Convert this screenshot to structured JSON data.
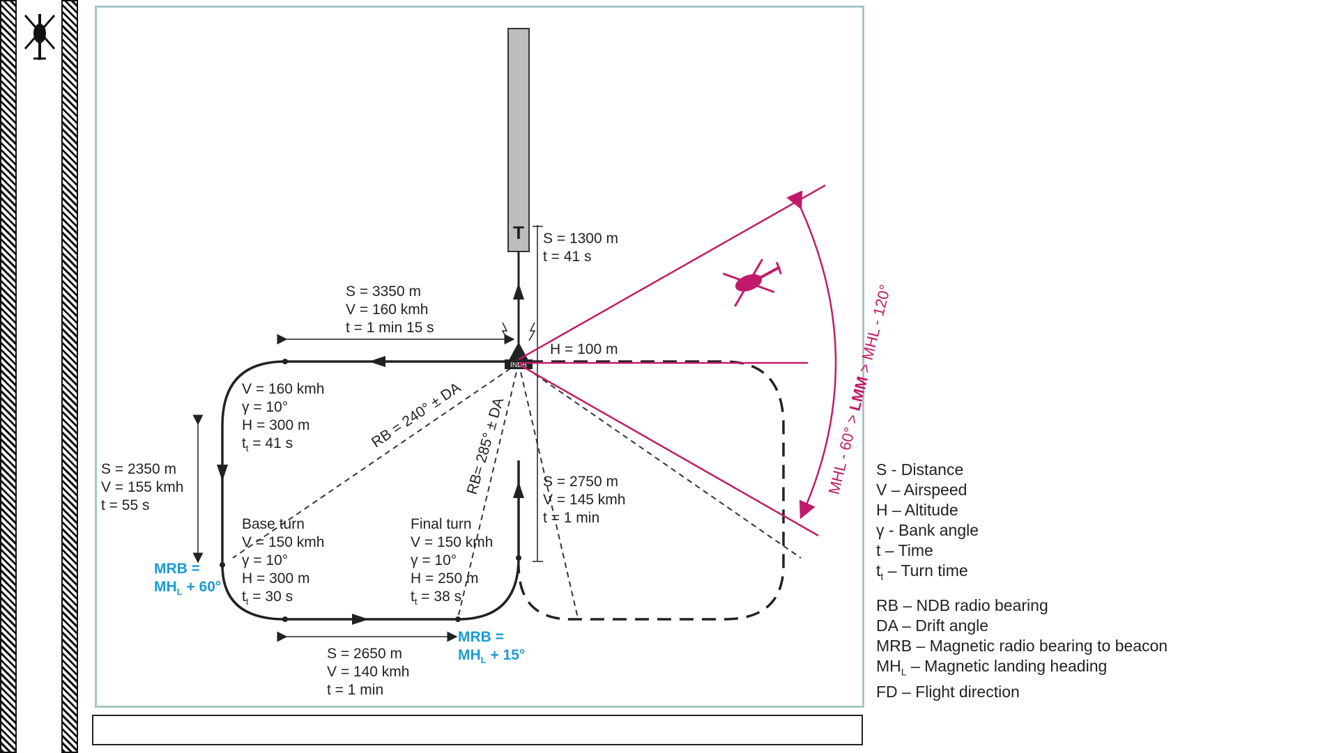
{
  "diagram": {
    "runway_marker": "T",
    "ndb_label": "INDB",
    "runway_segment": {
      "s": "S = 1300 m",
      "t": "t = 41 s"
    },
    "top_leg": {
      "s": "S = 3350 m",
      "v": "V = 160 kmh",
      "t": "t = 1 min 15 s"
    },
    "ndb_altitude": "H = 100 m",
    "first_turn": {
      "v": "V = 160 kmh",
      "g": "γ = 10°",
      "h": "H = 300 m",
      "t": "t",
      "t_sub": "t",
      "t_val": " = 41 s"
    },
    "left_leg": {
      "s": "S = 2350 m",
      "v": "V = 155 kmh",
      "t": "t = 55 s"
    },
    "base_turn": {
      "title": "Base turn",
      "v": "V = 150 kmh",
      "g": "γ = 10°",
      "h": "H = 300 m",
      "t": "t",
      "t_sub": "t",
      "t_val": " = 30 s"
    },
    "final_turn": {
      "title": "Final turn",
      "v": "V = 150 kmh",
      "g": "γ = 10°",
      "h": "H = 250 m",
      "t": "t",
      "t_sub": "t",
      "t_val": " = 38 s"
    },
    "right_leg": {
      "s": "S = 2750 m",
      "v": "V = 145 kmh",
      "t": "t = 1 min"
    },
    "bottom_leg": {
      "s": "S = 2650 m",
      "v": "V = 140 kmh",
      "t": "t = 1 min"
    },
    "rb1": "RB = 240° ± DA",
    "rb2": "RB= 285° ± DA",
    "mrb_left": {
      "l1": "MRB =",
      "l2": "MH",
      "sub": "L",
      "l3": " + 60°"
    },
    "mrb_right": {
      "l1": "MRB =",
      "l2": "MH",
      "sub": "L",
      "l3": " + 15°"
    },
    "sector": {
      "a": "MHL - 60° > ",
      "b": "LMM",
      "c": " > MHL - 120°"
    }
  },
  "legend": {
    "group1": [
      "S - Distance",
      "V – Airspeed",
      "H – Altitude",
      "γ - Bank angle",
      "t – Time"
    ],
    "turn_time": {
      "t": "t",
      "sub": "t",
      "rest": " – Turn time"
    },
    "rb": "RB – NDB radio bearing",
    "da": "DA – Drift angle",
    "mrb": "MRB – Magnetic radio bearing to beacon",
    "mhl": {
      "t": "MH",
      "sub": "L",
      "rest": " – Magnetic landing heading"
    },
    "fd": "FD – Flight direction"
  },
  "colors": {
    "magenta": "#c21a6a",
    "blue": "#1a9ad6",
    "runway": "#bdbdbd",
    "frame": "#a9c4c4"
  },
  "icons": [
    "helicopter-logo-icon",
    "helicopter-icon",
    "ndb-beacon-icon"
  ]
}
